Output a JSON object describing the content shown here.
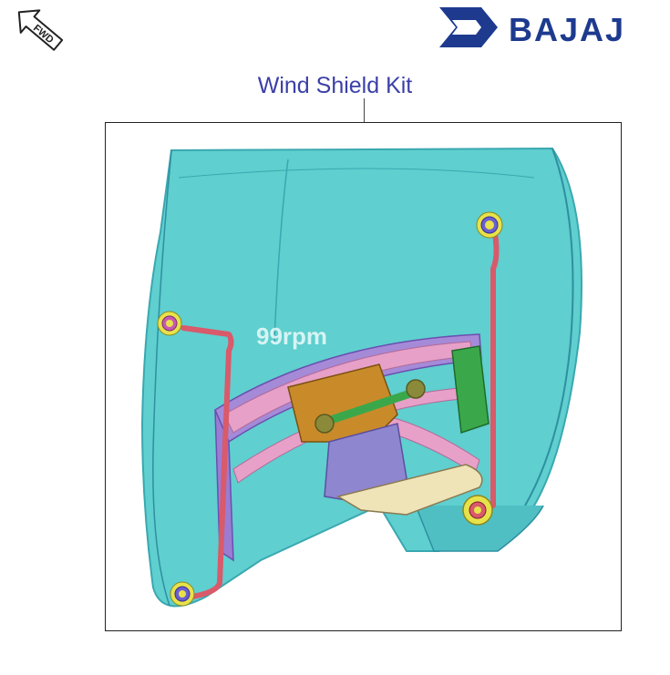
{
  "header": {
    "fwd_label": "FWD",
    "brand_name": "BAJAJ",
    "brand_color": "#1d3a8f"
  },
  "diagram": {
    "title": "Wind Shield Kit",
    "watermark": "99rpm"
  },
  "colors": {
    "windshield": "#5fcfcf",
    "frame_rod": "#d95a6a",
    "bracket_purple": "#a58ad8",
    "bracket_orange": "#c98a2a",
    "bracket_green": "#3aa84a",
    "plate_cream": "#efe3b8",
    "grommet_yellow": "#e8e24a"
  }
}
